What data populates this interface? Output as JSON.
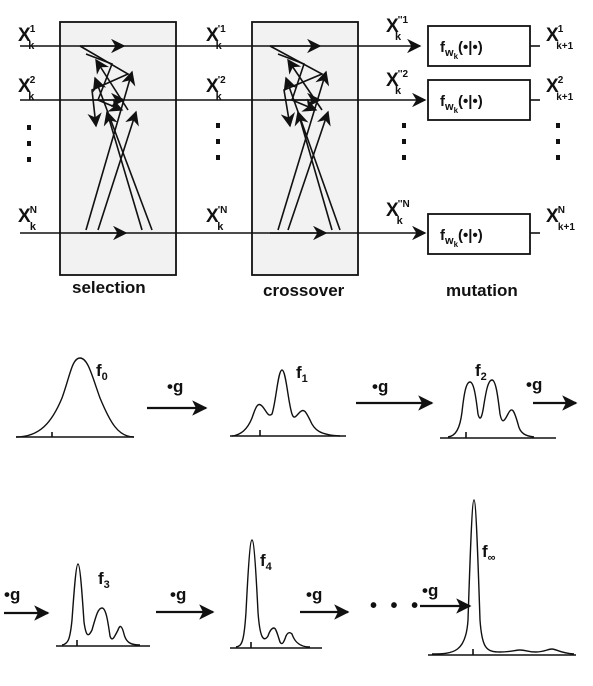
{
  "population_inputs": [
    {
      "base": "X",
      "sup": "1",
      "sub": "k"
    },
    {
      "base": "X",
      "sup": "2",
      "sub": "k"
    },
    {
      "base": "X",
      "sup": "N",
      "sub": "k"
    }
  ],
  "after_selection": [
    {
      "base": "X",
      "sup": "'1",
      "sub": "k"
    },
    {
      "base": "X",
      "sup": "'2",
      "sub": "k"
    },
    {
      "base": "X",
      "sup": "'N",
      "sub": "k"
    }
  ],
  "after_crossover": [
    {
      "base": "X",
      "sup": "''1",
      "sub": "k"
    },
    {
      "base": "X",
      "sup": "''2",
      "sub": "k"
    },
    {
      "base": "X",
      "sup": "''N",
      "sub": "k"
    }
  ],
  "outputs": [
    {
      "base": "X",
      "sup": "1",
      "sub": "k+1"
    },
    {
      "base": "X",
      "sup": "2",
      "sub": "k+1"
    },
    {
      "base": "X",
      "sup": "N",
      "sub": "k+1"
    }
  ],
  "mutation_kernel": {
    "base": "f",
    "sub": "w",
    "subsub": "k",
    "args": [
      "(•|•)",
      "(•|•)",
      "(•|•)"
    ]
  },
  "stages": {
    "selection": "selection",
    "crossover": "crossover",
    "mutation": "mutation"
  },
  "operator_label": "•g",
  "ellipsis": "• • •",
  "distributions": [
    {
      "label": "f",
      "sub": "0"
    },
    {
      "label": "f",
      "sub": "1"
    },
    {
      "label": "f",
      "sub": "2"
    },
    {
      "label": "f",
      "sub": "3"
    },
    {
      "label": "f",
      "sub": "4"
    },
    {
      "label": "f",
      "sub": "∞"
    }
  ]
}
